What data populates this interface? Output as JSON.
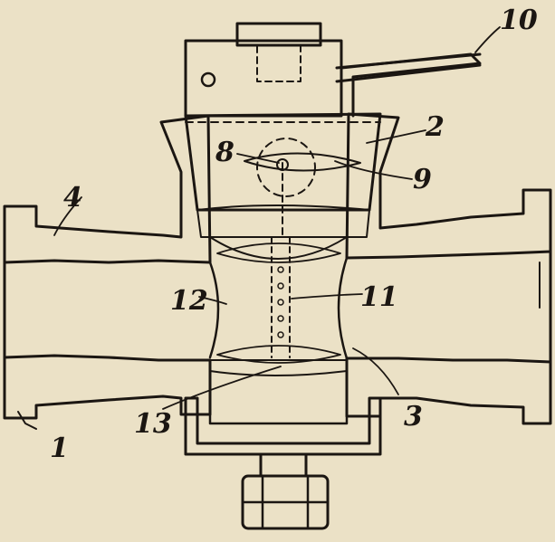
{
  "figure": {
    "labels": {
      "l1": "1",
      "l2": "2",
      "l3": "3",
      "l4": "4",
      "l8": "8",
      "l9": "9",
      "l10": "10",
      "l11": "11",
      "l12": "12",
      "l13": "13"
    },
    "colors": {
      "paper": "#ebe1c6",
      "ink": "#1b1612"
    }
  }
}
